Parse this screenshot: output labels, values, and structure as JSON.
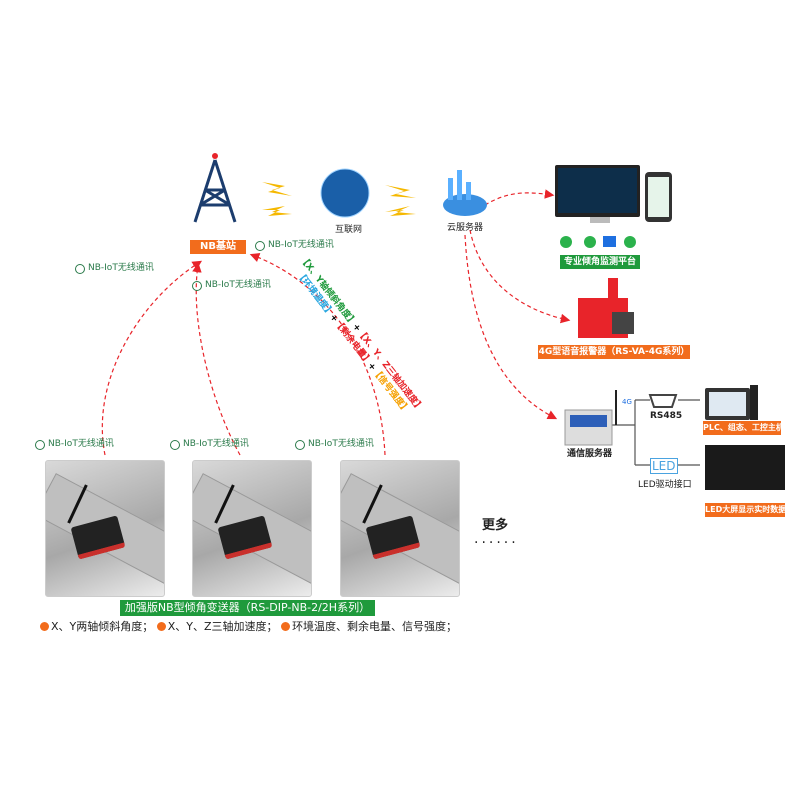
{
  "nodes": {
    "base_station": "NB基站",
    "internet": "互联网",
    "cloud_server": "云服务器",
    "platform": "专业倾角监测平台",
    "alarm": "4G型语音报警器（RS-VA-4G系列）",
    "comm_server": "通信服务器",
    "rs485": "RS485",
    "plc": "PLC、组态、工控主机",
    "led_interface": "LED驱动接口",
    "led_icon_text": "LED",
    "led_screen_label": "LED大屏显示实时数据",
    "g4": "4G"
  },
  "wireless_label": "NB-IoT无线通讯",
  "arc_text": {
    "xy_tilt": "【X、Y轴倾斜角度】",
    "temp": "【环境温度】",
    "battery": "【剩余电量】",
    "accel": "【X、Y、Z三轴加速度】",
    "signal": "【信号强度】",
    "plus": "+"
  },
  "more": "更多",
  "product": {
    "title": "加强版NB型倾角变送器（RS-DIP-NB-2/2H系列）",
    "features": [
      "X、Y两轴倾斜角度；",
      "X、Y、Z三轴加速度；",
      "环境温度、剩余电量、信号强度；"
    ]
  },
  "colors": {
    "orange": "#f26c1c",
    "green": "#1f9a3c",
    "arrow": "#e8242a"
  }
}
